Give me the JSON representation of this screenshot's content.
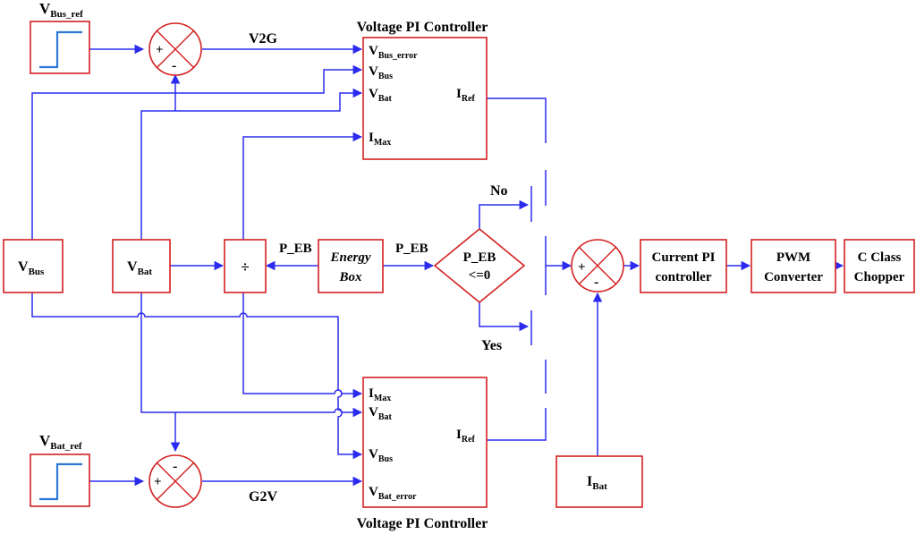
{
  "blocks": {
    "vbus_ref": {
      "main": "V",
      "sub": "Bus_ref"
    },
    "vbat_ref": {
      "main": "V",
      "sub": "Bat_ref"
    },
    "vbus": {
      "main": "V",
      "sub": "Bus"
    },
    "vbat": {
      "main": "V",
      "sub": "Bat"
    },
    "divide": {
      "symbol": "÷"
    },
    "energy_box": {
      "line1": "Energy",
      "line2": "Box"
    },
    "decision": {
      "line1": "P_EB",
      "line2": "<=0"
    },
    "current_pi": {
      "line1": "Current PI",
      "line2": "controller"
    },
    "pwm": {
      "line1": "PWM",
      "line2": "Converter"
    },
    "chopper": {
      "line1": "C Class",
      "line2": "Chopper"
    },
    "ibat": {
      "main": "I",
      "sub": "Bat"
    }
  },
  "pi_top": {
    "title": "Voltage PI Controller",
    "inputs": [
      {
        "main": "V",
        "sub": "Bus_error"
      },
      {
        "main": "V",
        "sub": "Bus"
      },
      {
        "main": "V",
        "sub": "Bat"
      },
      {
        "main": "I",
        "sub": "Max"
      }
    ],
    "output": {
      "main": "I",
      "sub": "Ref"
    }
  },
  "pi_bottom": {
    "title": "Voltage PI Controller",
    "inputs": [
      {
        "main": "I",
        "sub": "Max"
      },
      {
        "main": "V",
        "sub": "Bat"
      },
      {
        "main": "V",
        "sub": "Bus"
      },
      {
        "main": "V",
        "sub": "Bat_error"
      }
    ],
    "output": {
      "main": "I",
      "sub": "Ref"
    }
  },
  "signals": {
    "v2g": "V2G",
    "g2v": "G2V",
    "p_eb_left": "P_EB",
    "p_eb_right": "P_EB",
    "no": "No",
    "yes": "Yes"
  },
  "summers": {
    "top": {
      "plus": "+",
      "minus": "-"
    },
    "bottom": {
      "plus": "+",
      "minus": "-"
    },
    "right": {
      "plus": "+",
      "minus": "-"
    }
  },
  "colors": {
    "wire": "#2b2bf0",
    "block_border": "#d42020",
    "step_signal": "#2a7ad8"
  }
}
